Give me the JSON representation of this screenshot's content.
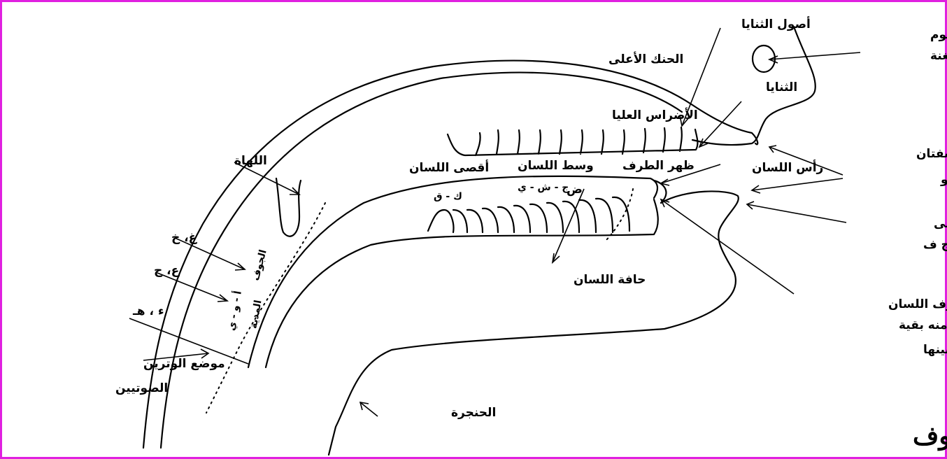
{
  "title": "رسم توضيحي لمخارج الحروف",
  "labels": {
    "upper_palate": "الحنك الأعلى",
    "incisor_roots": "أصول الثنايا",
    "incisors": "الثنايا",
    "upper_molars": "الأضراس العليا",
    "nasal_cavity_1": "الخيشوم",
    "nasal_cavity_2": "مخرج الغنة",
    "lips_1": "الشفتان",
    "lips_2": "مخرج ب م و",
    "lower_lip_1": "الشفة السفلى",
    "lower_lip_2": "مخرج ف",
    "uvula": "اللهاة",
    "tongue_back": "أقصى اللسان",
    "tongue_middle": "وسط اللسان",
    "tongue_dorsum": "ظهر الطرف",
    "tongue_head": "رأس اللسان",
    "tongue_edge": "حافة اللسان",
    "tongue_tip_1": "طرف اللسان",
    "tongue_tip_2": "ويخرج منه بقية",
    "tongue_tip_3": "الحروف بتفاوت بينها",
    "larynx": "الحنجرة",
    "vocal_cords_1": "موضع الوترين",
    "vocal_cords_2": "الصوتيين",
    "letters_ghain_kha": "غ، خ",
    "letters_ain_ha": "ع، ح",
    "letters_hamza_ha": "ء ، هـ",
    "letter_dad": "ض",
    "tongue_letters": "ج - ش - ي",
    "tongue_letters_back": "ك - ق",
    "jawf_1": "الجوف",
    "jawf_2": "أ - و - ي",
    "jawf_3": "المدية"
  }
}
